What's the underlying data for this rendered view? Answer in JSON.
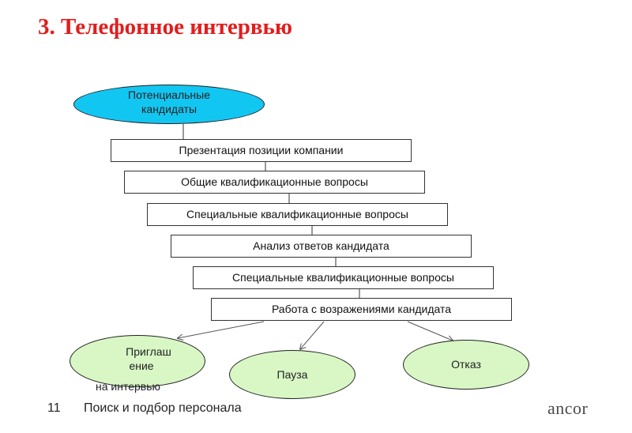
{
  "title": "3. Телефонное интервью",
  "diagram": {
    "start": {
      "line1": "Потенциальные",
      "line2": "кандидаты"
    },
    "steps": [
      "Презентация позиции компании",
      "Общие квалификационные вопросы",
      "Специальные квалификационные вопросы",
      "Анализ ответов кандидата",
      "Специальные квалификационные вопросы",
      "Работа с возражениями кандидата"
    ],
    "outcomes": {
      "invite": {
        "line1": "Приглаш",
        "line2": "ение",
        "line3": "на интервью"
      },
      "pause": "Пауза",
      "reject": "Отказ"
    }
  },
  "footer": {
    "slide_number": "11",
    "text": "Поиск и подбор персонала",
    "logo": "ancor"
  },
  "colors": {
    "title": "#e21d1d",
    "start_oval": "#12c6f2",
    "outcome_ovals": "#d8f7c5"
  }
}
